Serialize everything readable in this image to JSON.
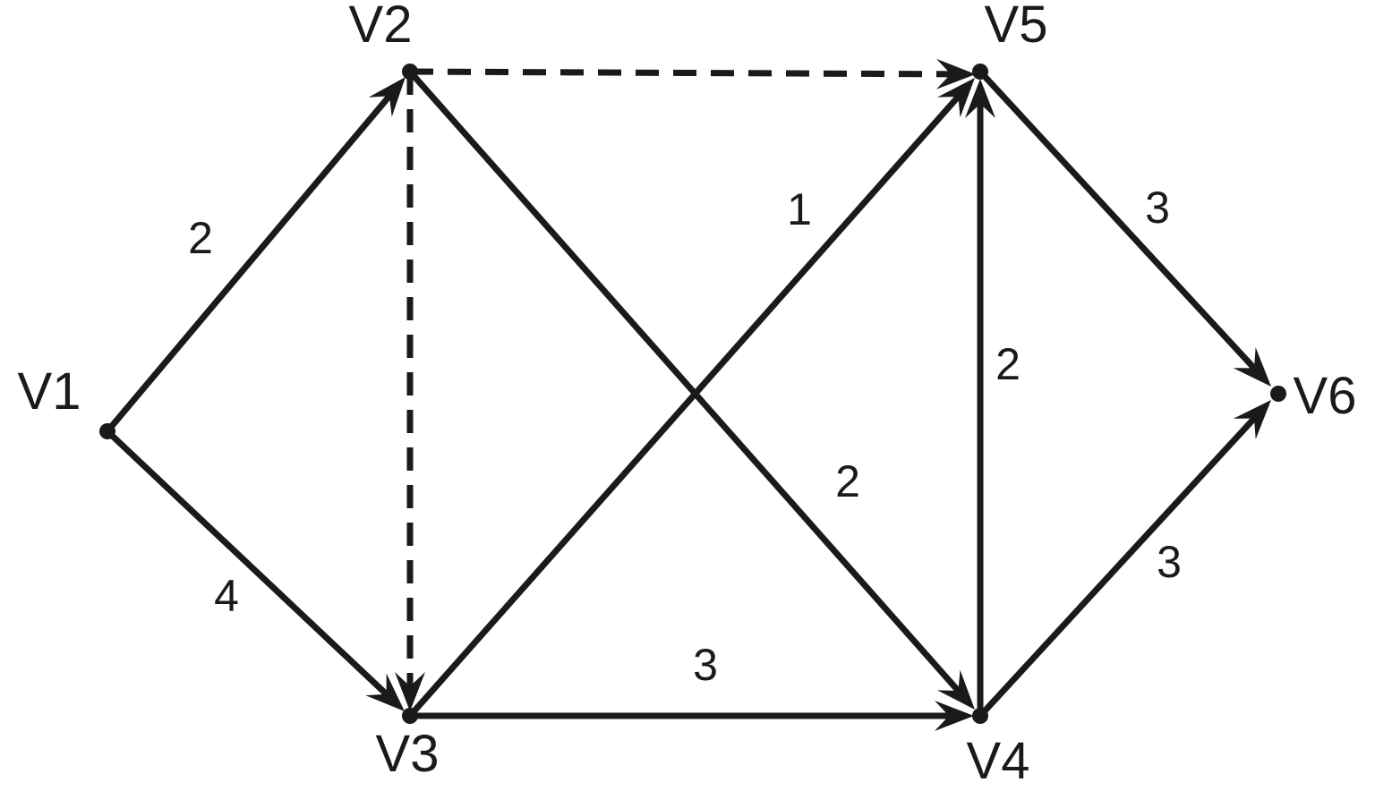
{
  "colors": {
    "stroke": "#1a1a1a",
    "text": "#1a1a1a",
    "background": "#ffffff"
  },
  "nodes": [
    {
      "id": "v1",
      "label": "V1"
    },
    {
      "id": "v2",
      "label": "V2"
    },
    {
      "id": "v3",
      "label": "V3"
    },
    {
      "id": "v4",
      "label": "V4"
    },
    {
      "id": "v5",
      "label": "V5"
    },
    {
      "id": "v6",
      "label": "V6"
    }
  ],
  "edges": [
    {
      "id": "v1-v2",
      "from": "v1",
      "to": "v2",
      "weight": "2",
      "style": "solid"
    },
    {
      "id": "v1-v3",
      "from": "v1",
      "to": "v3",
      "weight": "4",
      "style": "solid"
    },
    {
      "id": "v2-v5",
      "from": "v2",
      "to": "v5",
      "weight": "",
      "style": "dashed"
    },
    {
      "id": "v2-v3",
      "from": "v2",
      "to": "v3",
      "weight": "",
      "style": "dashed"
    },
    {
      "id": "v2-v4",
      "from": "v2",
      "to": "v4",
      "weight": "2",
      "style": "solid"
    },
    {
      "id": "v3-v5",
      "from": "v3",
      "to": "v5",
      "weight": "1",
      "style": "solid"
    },
    {
      "id": "v3-v4",
      "from": "v3",
      "to": "v4",
      "weight": "3",
      "style": "solid"
    },
    {
      "id": "v4-v5",
      "from": "v4",
      "to": "v5",
      "weight": "2",
      "style": "solid"
    },
    {
      "id": "v5-v6",
      "from": "v5",
      "to": "v6",
      "weight": "3",
      "style": "solid"
    },
    {
      "id": "v4-v6",
      "from": "v4",
      "to": "v6",
      "weight": "3",
      "style": "solid"
    }
  ]
}
